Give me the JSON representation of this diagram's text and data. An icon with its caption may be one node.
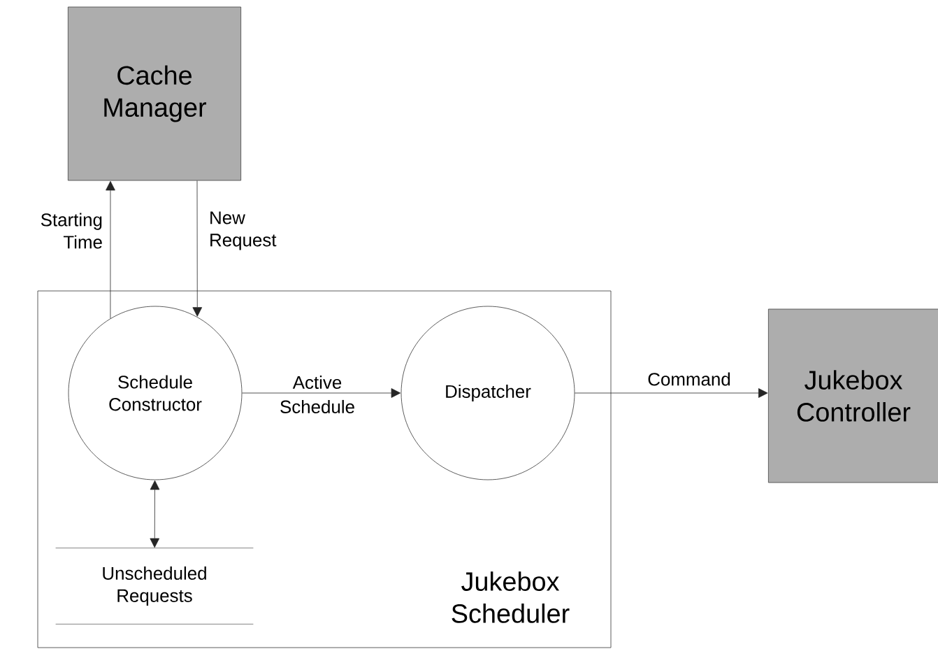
{
  "diagram": {
    "nodes": [
      {
        "text": [
          "Cache Manager"
        ]
      },
      {
        "text": [
          "Jukebox Scheduler"
        ]
      },
      {
        "text": [
          "Schedule Constructor"
        ],
        "in": 1
      },
      {
        "text": [
          "Dispatcher"
        ],
        "in": 1
      },
      {
        "text": [
          "Unscheduled Requests"
        ],
        "in": 1
      },
      {
        "text": [
          "Jukebox Controller"
        ]
      }
    ],
    "edges": [
      {
        "from": 2,
        "to": 0,
        "arrow": "to",
        "label": "Starting Time"
      },
      {
        "from": 0,
        "to": 2,
        "arrow": "to",
        "label": "New Request"
      },
      {
        "from": 2,
        "to": 3,
        "arrow": "to",
        "label": "Active Schedule"
      },
      {
        "from": 3,
        "to": 5,
        "arrow": "to",
        "label": "Command"
      },
      {
        "from": 2,
        "to": 4,
        "arrow": "both"
      }
    ]
  }
}
